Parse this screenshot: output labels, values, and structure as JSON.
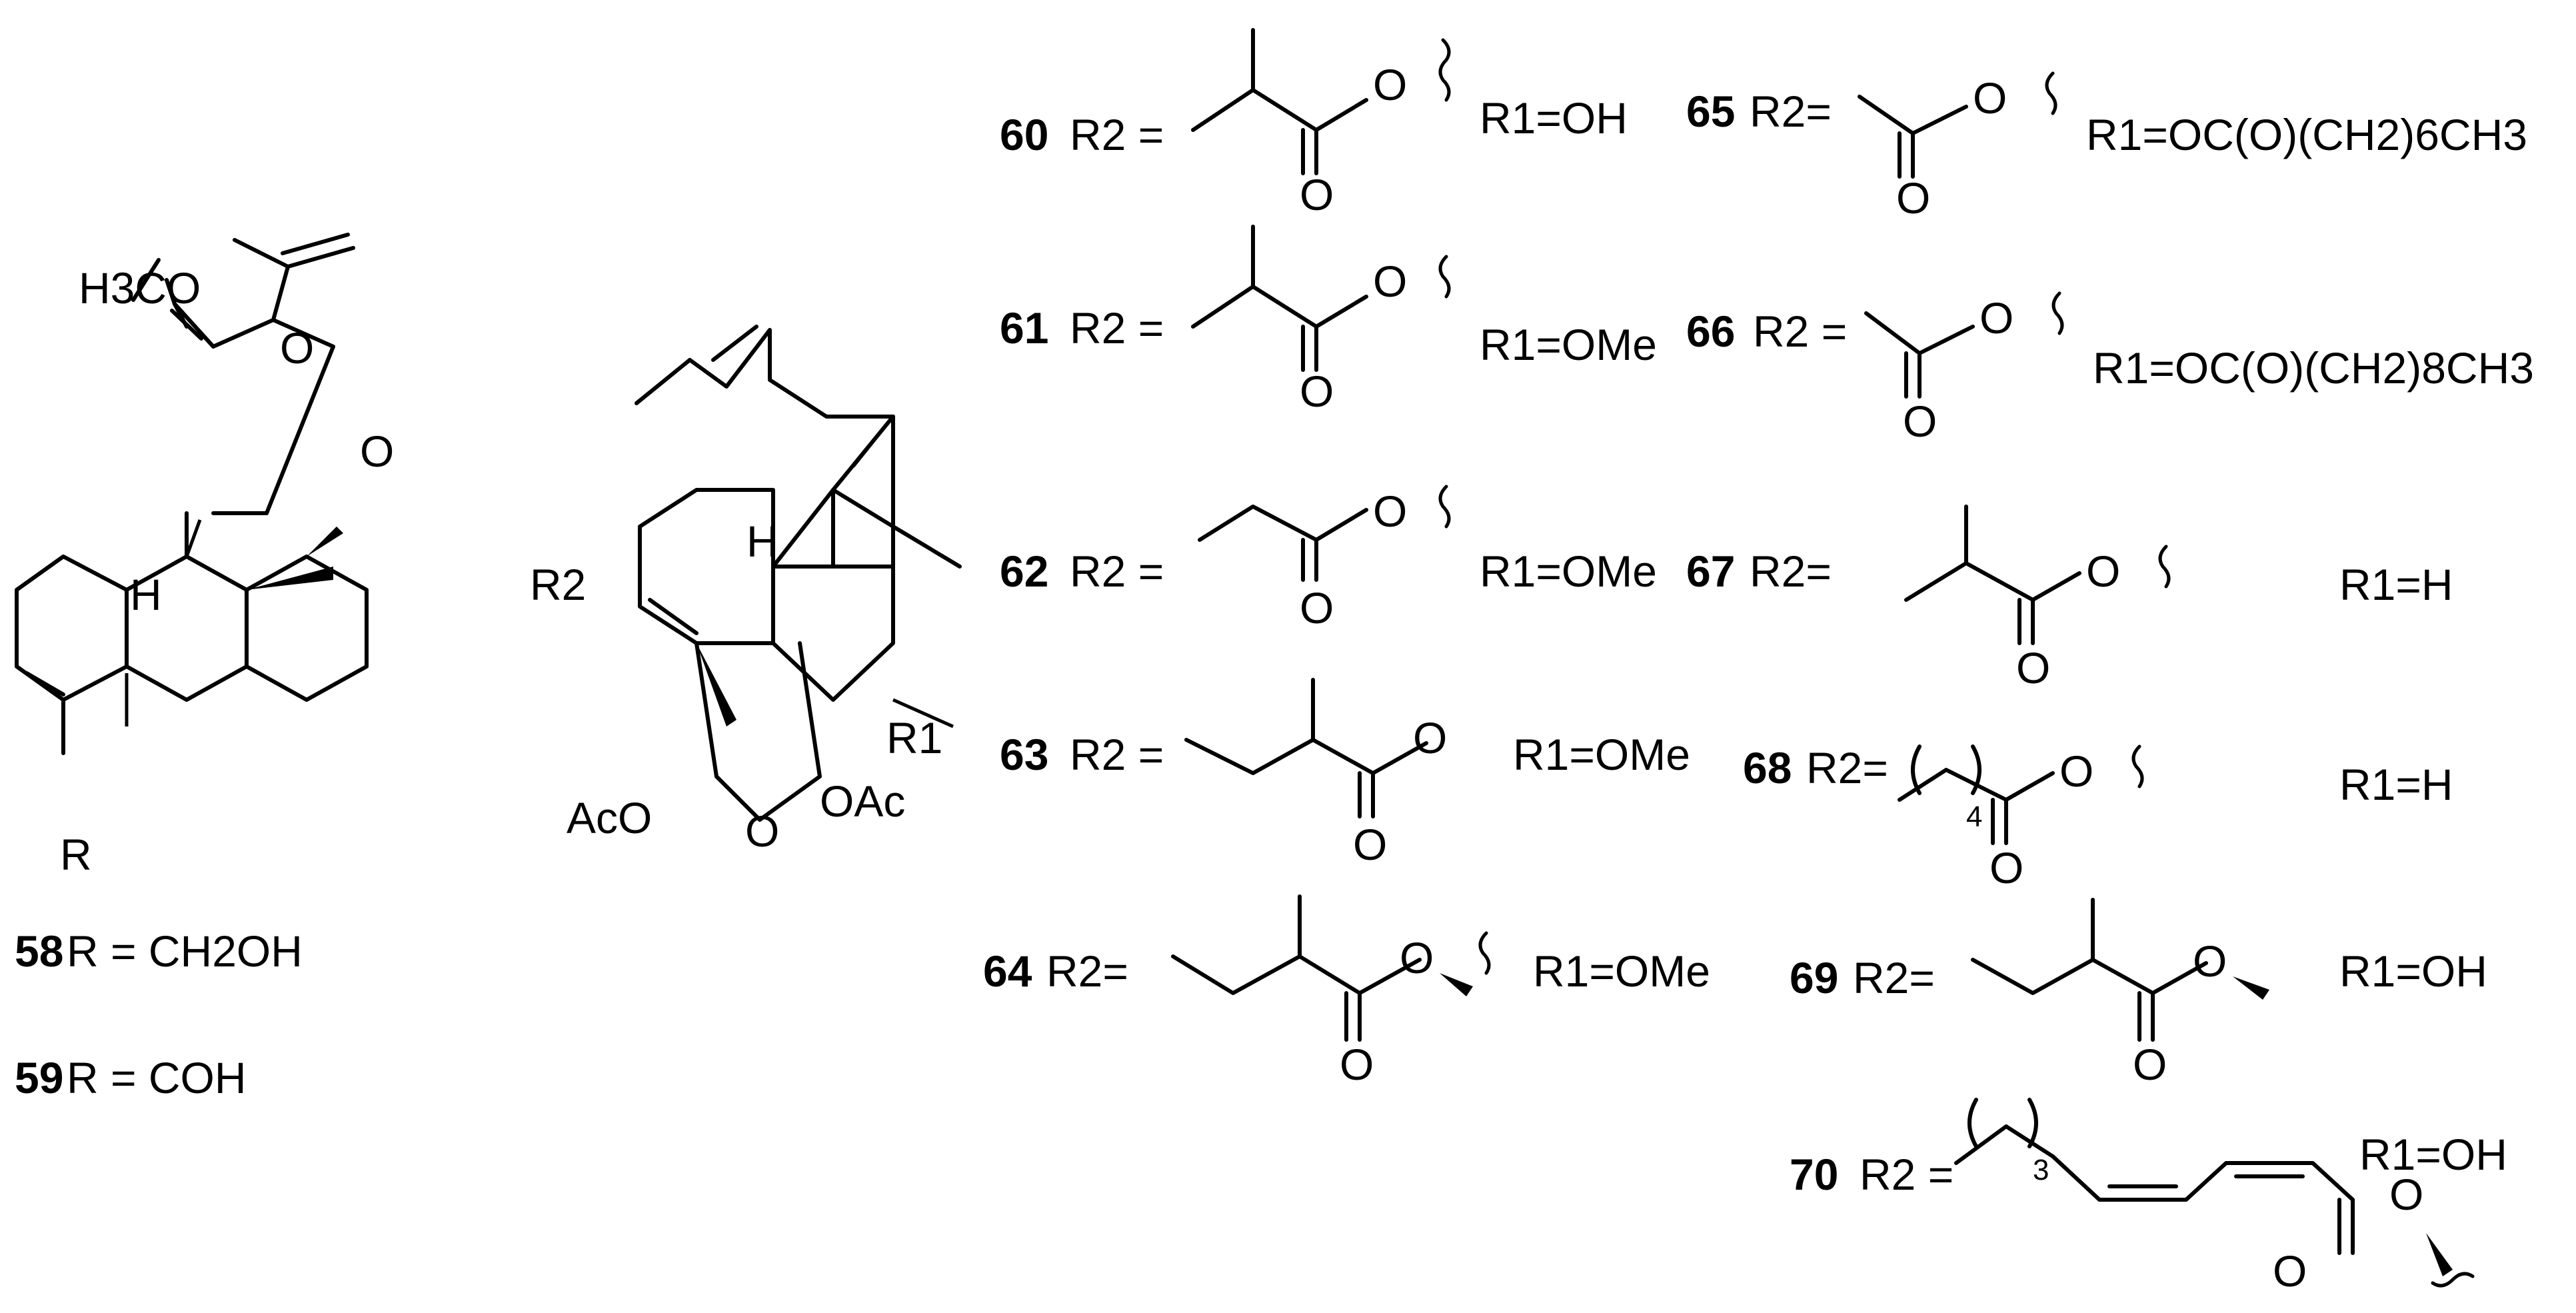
{
  "structure_left": {
    "methoxy_label": "H3CO",
    "ring_o": "O",
    "carbonyl_o": "O",
    "h_label": "H",
    "r_label": "R"
  },
  "compounds_left": [
    {
      "num": "58",
      "text": "R = CH2OH"
    },
    {
      "num": "59",
      "text": "R = COH"
    }
  ],
  "structure_core": {
    "r2_label": "R2",
    "r1_label": "R1",
    "h_label": "H",
    "oac_left": "AcO",
    "oac_right": "OAc",
    "ring_o": "O"
  },
  "compounds_right": [
    {
      "num": "60",
      "r2": "R2 =",
      "r1": "R1=OH"
    },
    {
      "num": "61",
      "r2": "R2 =",
      "r1": "R1=OMe"
    },
    {
      "num": "62",
      "r2": "R2 =",
      "r1": "R1=OMe"
    },
    {
      "num": "63",
      "r2": "R2 =",
      "r1": "R1=OMe"
    },
    {
      "num": "64",
      "r2": "R2=",
      "r1": "R1=OMe"
    },
    {
      "num": "65",
      "r2": "R2=",
      "r1": "R1=OC(O)(CH2)6CH3"
    },
    {
      "num": "66",
      "r2": "R2 =",
      "r1": "R1=OC(O)(CH2)8CH3"
    },
    {
      "num": "67",
      "r2": "R2=",
      "r1": "R1=H"
    },
    {
      "num": "68",
      "r2": "R2=",
      "r1": "R1=H"
    },
    {
      "num": "69",
      "r2": "R2=",
      "r1": "R1=OH"
    },
    {
      "num": "70",
      "r2": "R2 =",
      "r1": "R1=OH"
    }
  ],
  "atom_o": "O",
  "repeat_counts": {
    "c68": "4",
    "c70": "3"
  }
}
